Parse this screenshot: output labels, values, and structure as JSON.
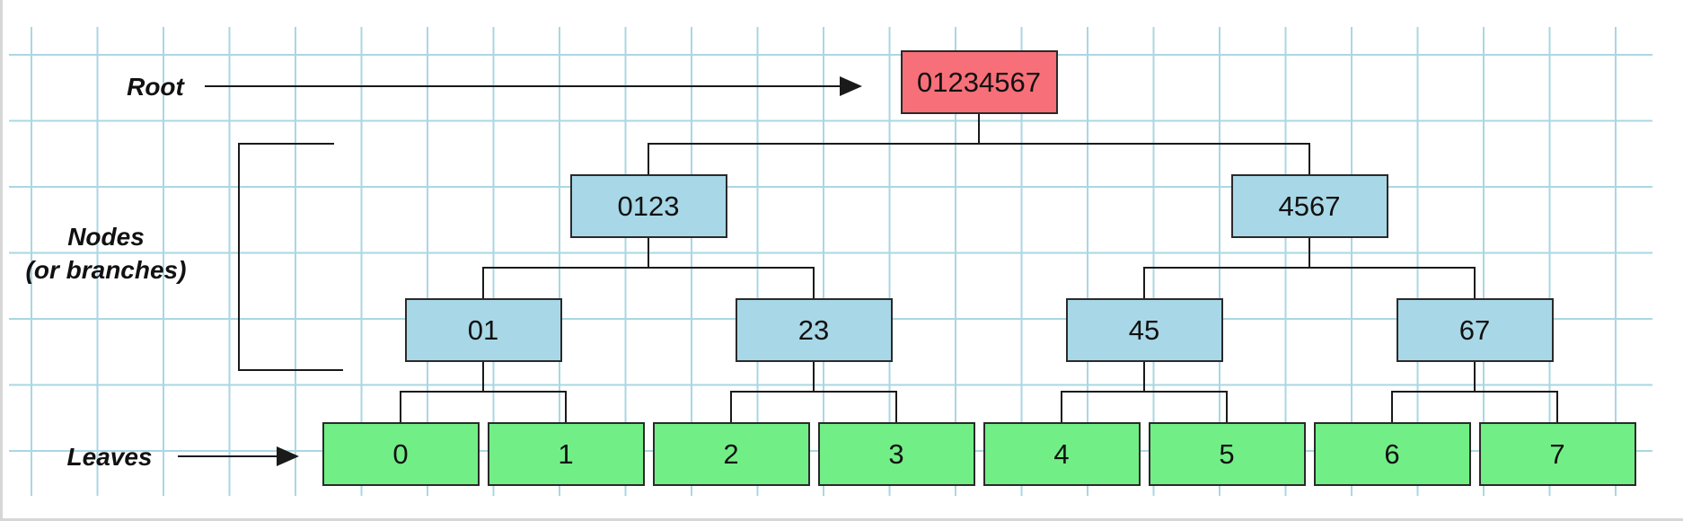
{
  "diagram": {
    "annotations": {
      "root": "Root",
      "nodes_line1": "Nodes",
      "nodes_line2": "(or branches)",
      "leaves": "Leaves"
    },
    "tree": {
      "root": {
        "label": "01234567"
      },
      "level1": [
        {
          "label": "0123"
        },
        {
          "label": "4567"
        }
      ],
      "level2": [
        {
          "label": "01"
        },
        {
          "label": "23"
        },
        {
          "label": "45"
        },
        {
          "label": "67"
        }
      ],
      "leaves": [
        {
          "label": "0"
        },
        {
          "label": "1"
        },
        {
          "label": "2"
        },
        {
          "label": "3"
        },
        {
          "label": "4"
        },
        {
          "label": "5"
        },
        {
          "label": "6"
        },
        {
          "label": "7"
        }
      ]
    },
    "colors": {
      "root_fill": "#f76f78",
      "node_fill": "#a8d8e7",
      "leaf_fill": "#72ee86",
      "grid": "#a9d7e3",
      "edge": "#1a1a1a"
    }
  }
}
